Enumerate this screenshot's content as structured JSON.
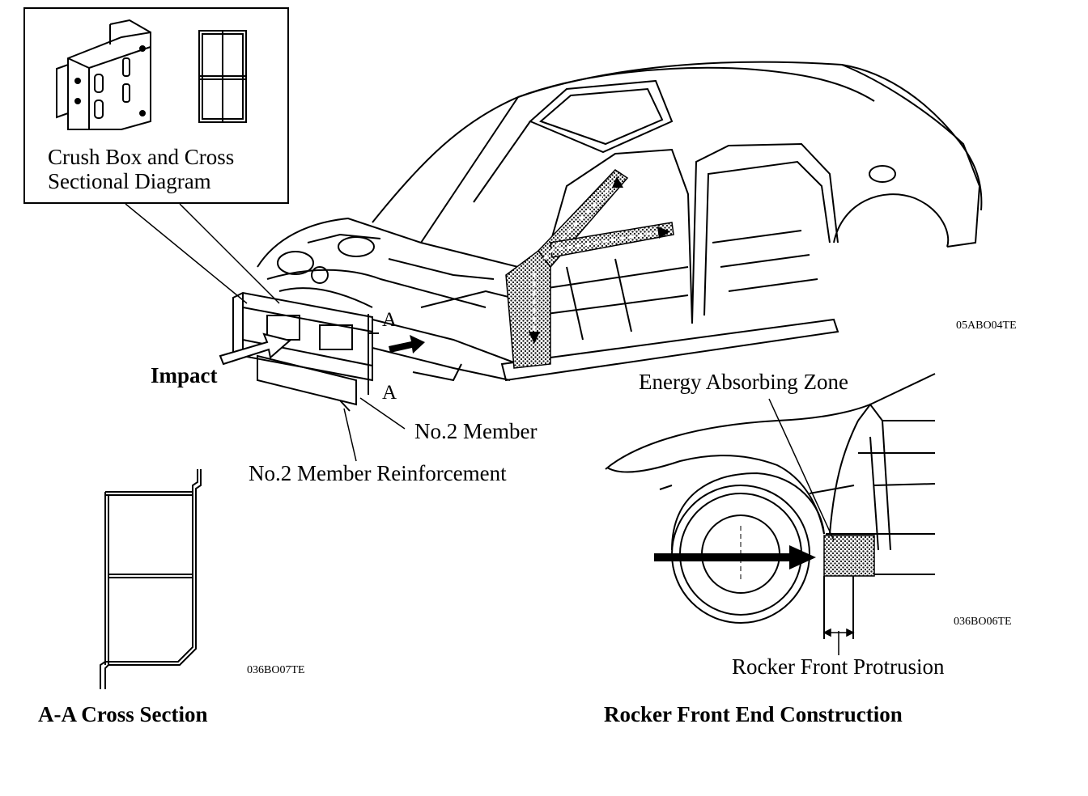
{
  "inset": {
    "title_line1": "Crush Box and Cross",
    "title_line2": "Sectional Diagram"
  },
  "main_view": {
    "code": "05ABO04TE",
    "impact_label": "Impact",
    "section_marker_top": "A",
    "section_marker_bottom": "A",
    "member_label": "No.2 Member",
    "reinforcement_label": "No.2 Member Reinforcement"
  },
  "cross_section": {
    "code": "036BO07TE",
    "caption": "A-A Cross Section"
  },
  "rocker_view": {
    "zone_label": "Energy Absorbing Zone",
    "code": "036BO06TE",
    "protrusion_label": "Rocker Front Protrusion",
    "caption": "Rocker Front End Construction"
  },
  "colors": {
    "ink": "#000000",
    "paper": "#ffffff",
    "hatch": "#555555"
  }
}
